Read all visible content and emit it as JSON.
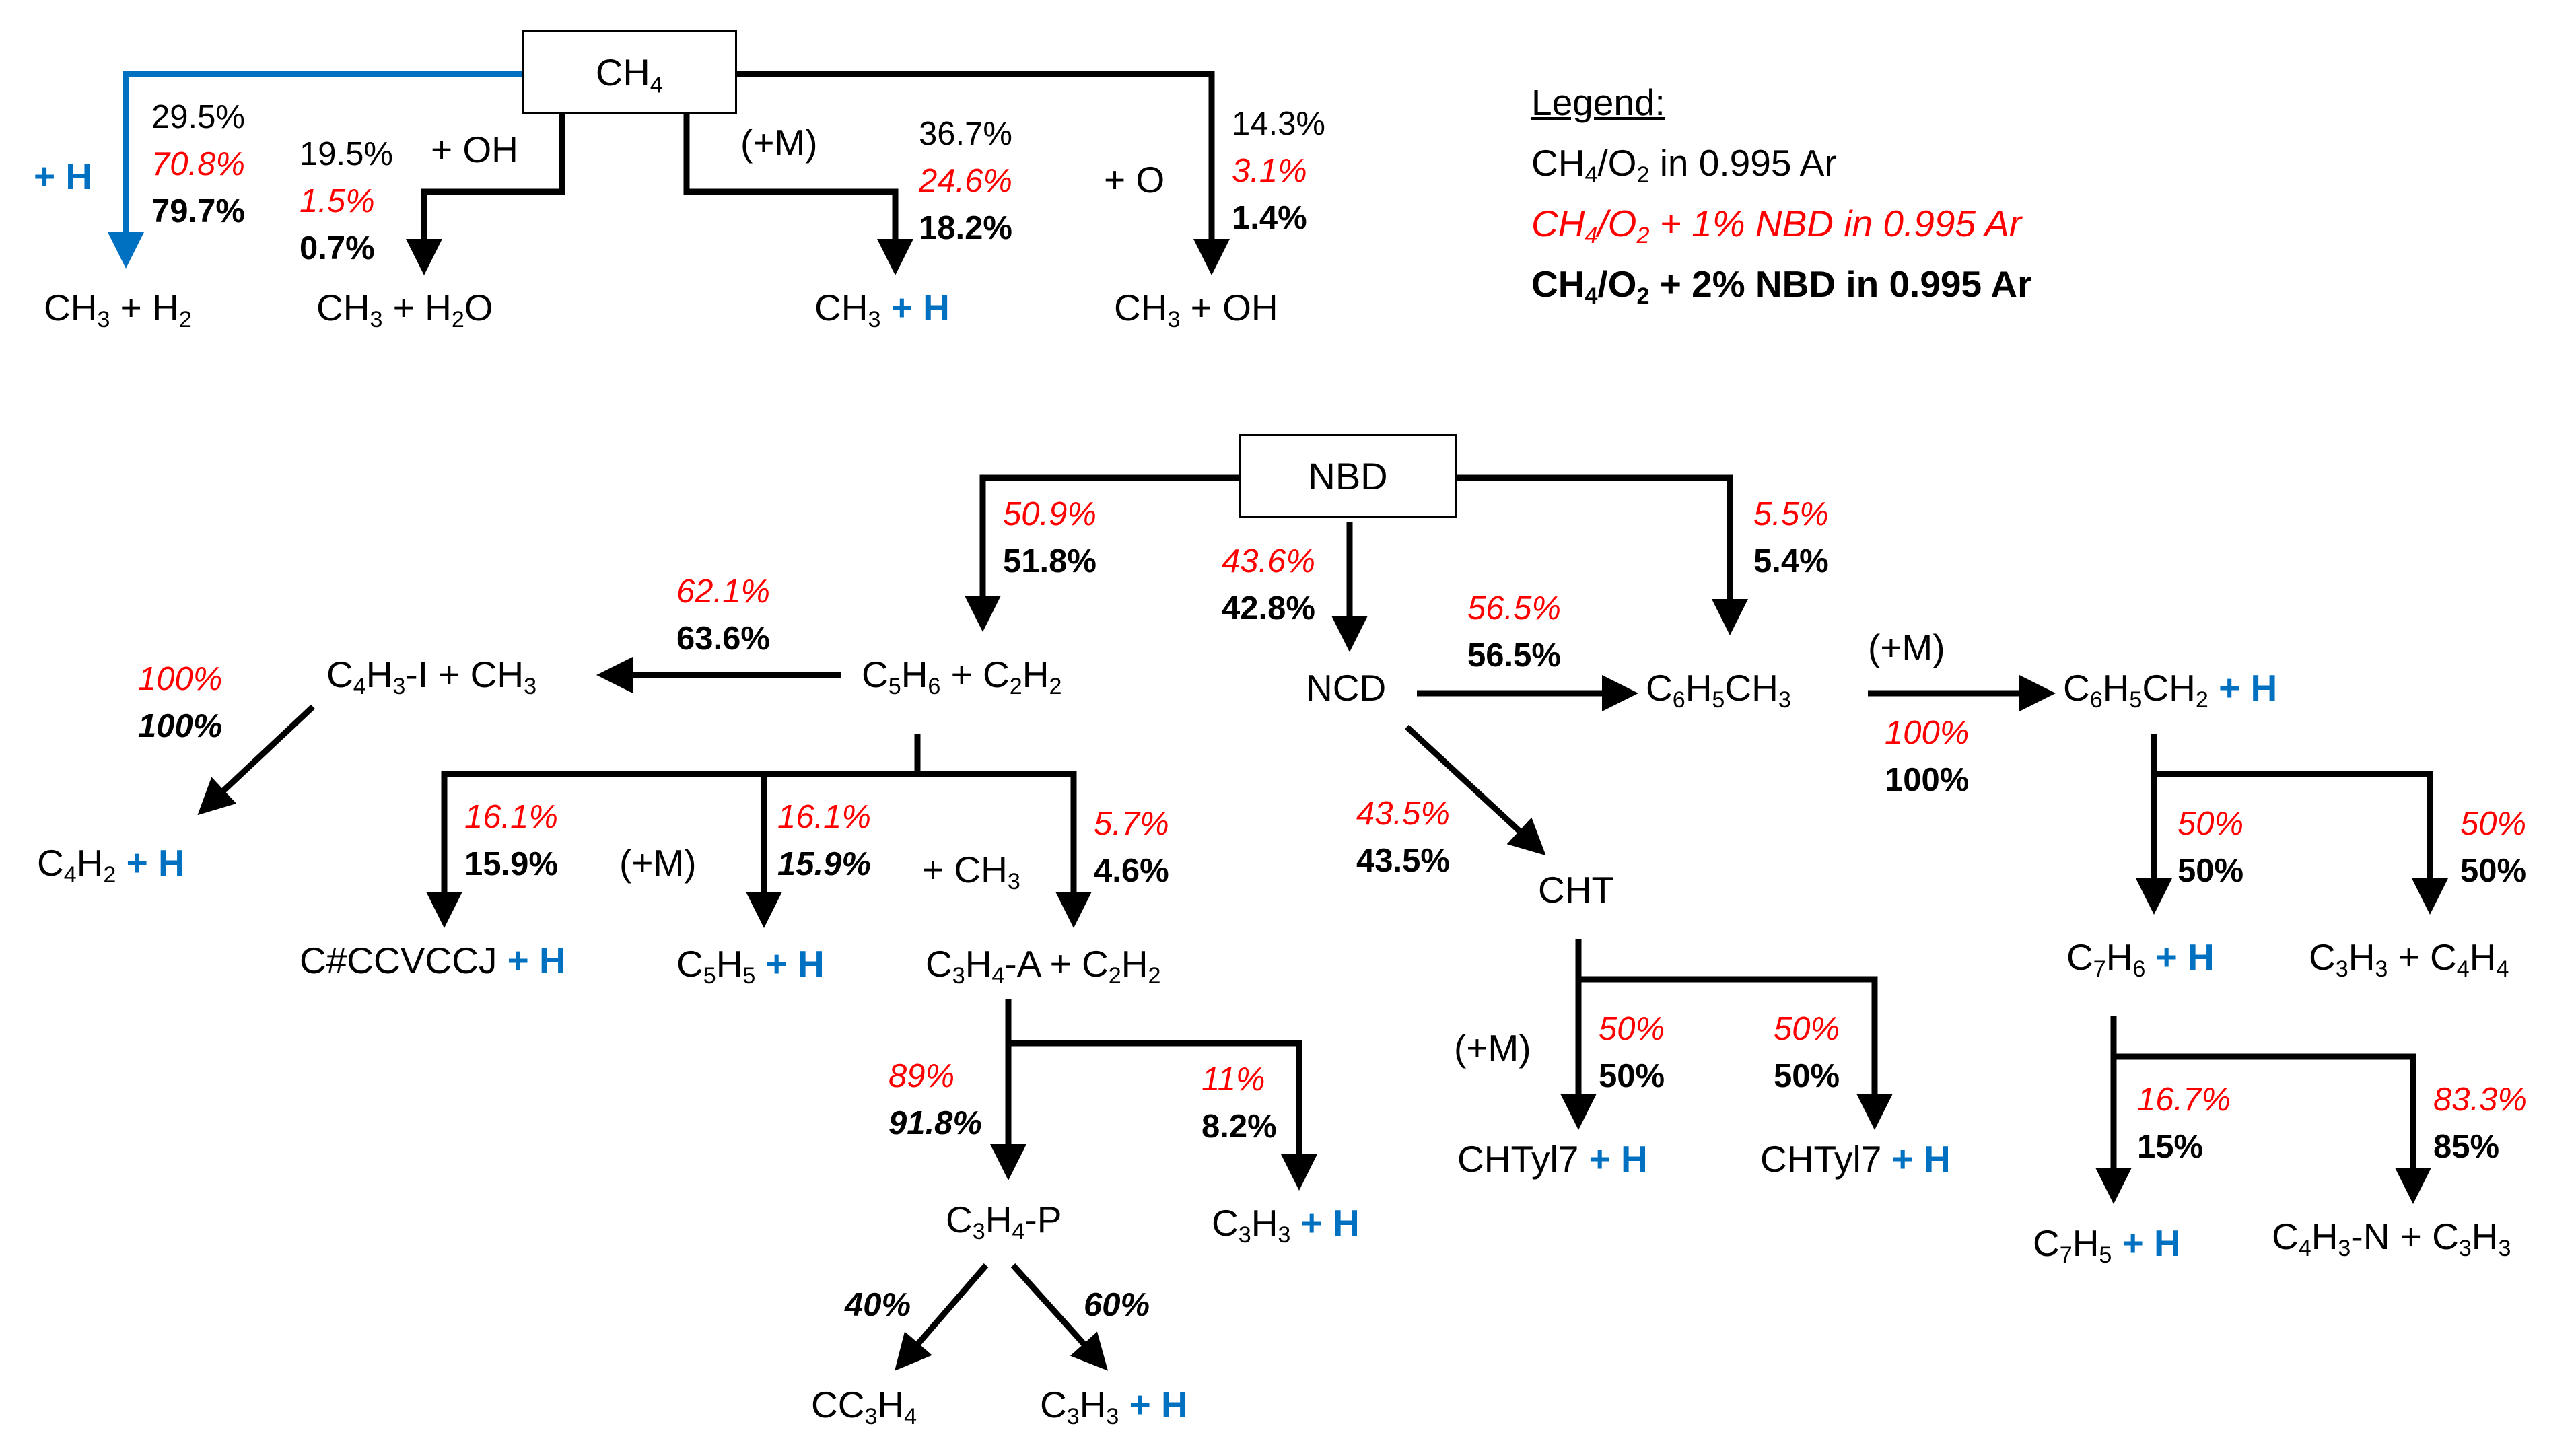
{
  "colors": {
    "black": "#000000",
    "red": "#ff0000",
    "blue": "#0070c0"
  },
  "legend": {
    "title": "Legend:",
    "entries": [
      {
        "text": "CH4/O2 in 0.995 Ar",
        "style": "black-normal"
      },
      {
        "text": "CH4/O2 + 1% NBD in 0.995 Ar",
        "style": "red-italic"
      },
      {
        "text": "CH4/O2 + 2% NBD in 0.995 Ar",
        "style": "black-bold"
      }
    ]
  },
  "nodes": {
    "ch4": "CH4",
    "nbd": "NBD",
    "ch3_h2": "CH3 + H2",
    "ch3_h2o": "CH3 + H2O",
    "ch3_h": "CH3 + H",
    "ch3_oh": "CH3 + OH",
    "c5h6_c2h2": "C5H6 + C2H2",
    "ncd": "NCD",
    "c6h5ch3": "C6H5CH3",
    "c6h5ch2_h": "C6H5CH2 + H",
    "c4h3i_ch3": "C4H3-I + CH3",
    "c4h2_h": "C4H2 + H",
    "ccvccj_h": "C#CCVCCJ + H",
    "c5h5_h": "C5H5 + H",
    "c3h4a_c2h2": "C3H4-A + C2H2",
    "c3h4p": "C3H4-P",
    "c3h3_h_a": "C3H3 + H",
    "cc3h4": "CC3H4",
    "c3h3_h_b": "C3H3 + H",
    "cht": "CHT",
    "chtyl7_h_a": "CHTyl7 + H",
    "chtyl7_h_b": "CHTyl7 + H",
    "c7h6_h": "C7H6 + H",
    "c3h3_c4h4": "C3H3 + C4H4",
    "c7h5_h": "C7H5 + H",
    "c4h3n_c3h3": "C4H3-N + C3H3"
  },
  "labels": {
    "plus_h": "+ H",
    "plus_oh": "+ OH",
    "plus_m": "(+M)",
    "plus_o": "+ O",
    "plus_ch3": "+ CH3"
  },
  "percentages": {
    "h_abs": [
      "29.5%",
      "70.8%",
      "79.7%"
    ],
    "oh_abs": [
      "19.5%",
      "1.5%",
      "0.7%"
    ],
    "m_dec": [
      "36.7%",
      "24.6%",
      "18.2%"
    ],
    "o_abs": [
      "14.3%",
      "3.1%",
      "1.4%"
    ],
    "nbd_c5h6": [
      "50.9%",
      "51.8%"
    ],
    "nbd_ncd": [
      "43.6%",
      "42.8%"
    ],
    "nbd_tol": [
      "5.5%",
      "5.4%"
    ],
    "c5h6_c4h3i": [
      "62.1%",
      "63.6%"
    ],
    "ncd_tol": [
      "56.5%",
      "56.5%"
    ],
    "tol_benzyl": [
      "100%",
      "100%"
    ],
    "c4h3i_c4h2": [
      "100%",
      "100%"
    ],
    "c5h6_ccvccj": [
      "16.1%",
      "15.9%"
    ],
    "c5h6_c5h5": [
      "16.1%",
      "15.9%"
    ],
    "c5h6_c3h4a": [
      "5.7%",
      "4.6%"
    ],
    "ncd_cht": [
      "43.5%",
      "43.5%"
    ],
    "benzyl_c7h6": [
      "50%",
      "50%"
    ],
    "benzyl_c3h3": [
      "50%",
      "50%"
    ],
    "c3h4a_c3h4p": [
      "89%",
      "91.8%"
    ],
    "c3h4a_c3h3": [
      "11%",
      "8.2%"
    ],
    "cht_a": [
      "50%",
      "50%"
    ],
    "cht_b": [
      "50%",
      "50%"
    ],
    "c7h6_c7h5": [
      "16.7%",
      "15%"
    ],
    "c7h6_c4h3n": [
      "83.3%",
      "85%"
    ],
    "c3h4p_cc3h4": "40%",
    "c3h4p_c3h3": "60%"
  }
}
